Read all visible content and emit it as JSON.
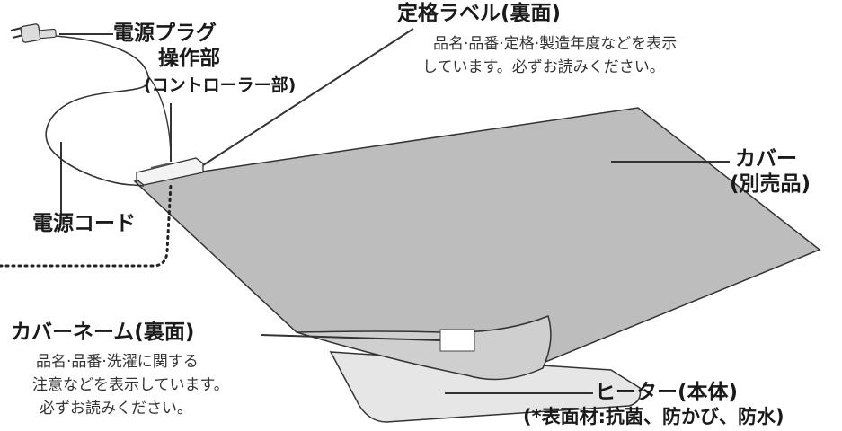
{
  "labels": {
    "plug": "電源プラグ",
    "controller_title": "操作部",
    "controller_sub": "(コントローラー部)",
    "cord": "電源コード",
    "rating_label": {
      "title": "定格ラベル(裏面)",
      "desc_line1": "品名·品番·定格·製造年度などを表示",
      "desc_line2": "しています。必ずお読みください。"
    },
    "cover": {
      "title": "カバー",
      "sub": "(別売品)"
    },
    "cover_name": {
      "title": "カバーネーム(裏面)",
      "desc_line1": "品名·品番·洗濯に関する",
      "desc_line2": "注意などを表示しています。",
      "desc_line3": "必ずお読みください。"
    },
    "heater": {
      "title": "ヒーター(本体)",
      "sub": "(*表面材:抗菌、防かび、防水)"
    }
  },
  "colors": {
    "cover": "#bdbdbd",
    "heater": "#e6e6e6",
    "outline": "#333333"
  }
}
